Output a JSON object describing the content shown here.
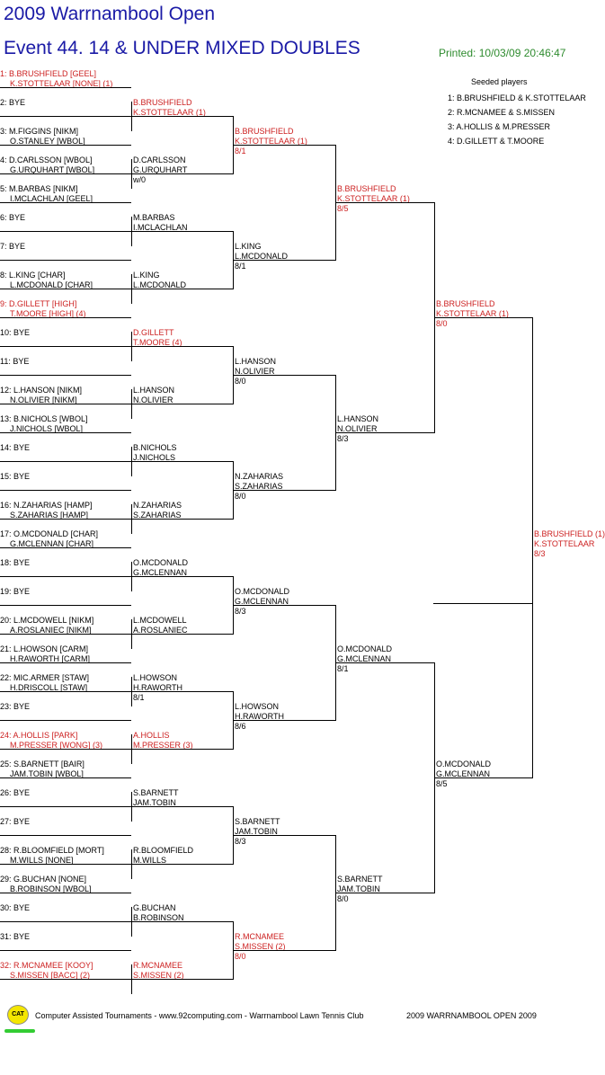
{
  "header": {
    "title": "2009 Warrnambool Open",
    "event": "Event 44. 14 & UNDER MIXED DOUBLES",
    "printed": "Printed: 10/03/09 20:46:47"
  },
  "seeded": {
    "heading": "Seeded players",
    "items": [
      "1: B.BRUSHFIELD & K.STOTTELAAR",
      "2: R.MCNAMEE & S.MISSEN",
      "3: A.HOLLIS & M.PRESSER",
      "4: D.GILLETT & T.MOORE"
    ]
  },
  "draw": [
    {
      "l1": "1: B.BRUSHFIELD [GEEL]",
      "l2": "K.STOTTELAAR [NONE] (1)",
      "red": true
    },
    {
      "l1": "2: BYE",
      "l2": ""
    },
    {
      "l1": "3: M.FIGGINS [NIKM]",
      "l2": "O.STANLEY [WBOL]"
    },
    {
      "l1": "4: D.CARLSSON [WBOL]",
      "l2": "G.URQUHART [WBOL]"
    },
    {
      "l1": "5: M.BARBAS [NIKM]",
      "l2": "I.MCLACHLAN [GEEL]"
    },
    {
      "l1": "6: BYE",
      "l2": ""
    },
    {
      "l1": "7: BYE",
      "l2": ""
    },
    {
      "l1": "8: L.KING [CHAR]",
      "l2": "L.MCDONALD [CHAR]"
    },
    {
      "l1": "9: D.GILLETT [HIGH]",
      "l2": "T.MOORE [HIGH] (4)",
      "red": true
    },
    {
      "l1": "10: BYE",
      "l2": ""
    },
    {
      "l1": "11: BYE",
      "l2": ""
    },
    {
      "l1": "12: L.HANSON [NIKM]",
      "l2": "N.OLIVIER [NIKM]"
    },
    {
      "l1": "13: B.NICHOLS [WBOL]",
      "l2": "J.NICHOLS [WBOL]"
    },
    {
      "l1": "14: BYE",
      "l2": ""
    },
    {
      "l1": "15: BYE",
      "l2": ""
    },
    {
      "l1": "16: N.ZAHARIAS [HAMP]",
      "l2": "S.ZAHARIAS [HAMP]"
    },
    {
      "l1": "17: O.MCDONALD [CHAR]",
      "l2": "G.MCLENNAN [CHAR]"
    },
    {
      "l1": "18: BYE",
      "l2": ""
    },
    {
      "l1": "19: BYE",
      "l2": ""
    },
    {
      "l1": "20: L.MCDOWELL [NIKM]",
      "l2": "A.ROSLANIEC [NIKM]"
    },
    {
      "l1": "21: L.HOWSON [CARM]",
      "l2": "H.RAWORTH [CARM]"
    },
    {
      "l1": "22: MIC.ARMER [STAW]",
      "l2": "H.DRISCOLL [STAW]"
    },
    {
      "l1": "23: BYE",
      "l2": ""
    },
    {
      "l1": "24: A.HOLLIS [PARK]",
      "l2": "M.PRESSER [WONG] (3)",
      "red": true
    },
    {
      "l1": "25: S.BARNETT [BAIR]",
      "l2": "JAM.TOBIN [WBOL]"
    },
    {
      "l1": "26: BYE",
      "l2": ""
    },
    {
      "l1": "27: BYE",
      "l2": ""
    },
    {
      "l1": "28: R.BLOOMFIELD [MORT]",
      "l2": "M.WILLS [NONE]"
    },
    {
      "l1": "29: G.BUCHAN [NONE]",
      "l2": "B.ROBINSON [WBOL]"
    },
    {
      "l1": "30: BYE",
      "l2": ""
    },
    {
      "l1": "31: BYE",
      "l2": ""
    },
    {
      "l1": "32: R.MCNAMEE [KOOY]",
      "l2": "S.MISSEN [BACC] (2)",
      "red": true
    }
  ],
  "rounds": [
    [
      {
        "l1": "B.BRUSHFIELD",
        "l2": "K.STOTTELAAR (1)",
        "score": "",
        "red": true
      },
      {
        "l1": "D.CARLSSON",
        "l2": "G.URQUHART",
        "score": "w/0"
      },
      {
        "l1": "M.BARBAS",
        "l2": "I.MCLACHLAN",
        "score": ""
      },
      {
        "l1": "L.KING",
        "l2": "L.MCDONALD",
        "score": ""
      },
      {
        "l1": "D.GILLETT",
        "l2": "T.MOORE (4)",
        "score": "",
        "red": true
      },
      {
        "l1": "L.HANSON",
        "l2": "N.OLIVIER",
        "score": ""
      },
      {
        "l1": "B.NICHOLS",
        "l2": "J.NICHOLS",
        "score": ""
      },
      {
        "l1": "N.ZAHARIAS",
        "l2": "S.ZAHARIAS",
        "score": ""
      },
      {
        "l1": "O.MCDONALD",
        "l2": "G.MCLENNAN",
        "score": ""
      },
      {
        "l1": "L.MCDOWELL",
        "l2": "A.ROSLANIEC",
        "score": ""
      },
      {
        "l1": "L.HOWSON",
        "l2": "H.RAWORTH",
        "score": "8/1"
      },
      {
        "l1": "A.HOLLIS",
        "l2": "M.PRESSER (3)",
        "score": "",
        "red": true
      },
      {
        "l1": "S.BARNETT",
        "l2": "JAM.TOBIN",
        "score": ""
      },
      {
        "l1": "R.BLOOMFIELD",
        "l2": "M.WILLS",
        "score": ""
      },
      {
        "l1": "G.BUCHAN",
        "l2": "B.ROBINSON",
        "score": ""
      },
      {
        "l1": "R.MCNAMEE",
        "l2": "S.MISSEN (2)",
        "score": "",
        "red": true
      }
    ],
    [
      {
        "l1": "B.BRUSHFIELD",
        "l2": "K.STOTTELAAR (1)",
        "score": "8/1",
        "red": true
      },
      {
        "l1": "L.KING",
        "l2": "L.MCDONALD",
        "score": "8/1"
      },
      {
        "l1": "L.HANSON",
        "l2": "N.OLIVIER",
        "score": "8/0"
      },
      {
        "l1": "N.ZAHARIAS",
        "l2": "S.ZAHARIAS",
        "score": "8/0"
      },
      {
        "l1": "O.MCDONALD",
        "l2": "G.MCLENNAN",
        "score": "8/3"
      },
      {
        "l1": "L.HOWSON",
        "l2": "H.RAWORTH",
        "score": "8/6"
      },
      {
        "l1": "S.BARNETT",
        "l2": "JAM.TOBIN",
        "score": "8/3"
      },
      {
        "l1": "R.MCNAMEE",
        "l2": "S.MISSEN (2)",
        "score": "8/0",
        "red": true
      }
    ],
    [
      {
        "l1": "B.BRUSHFIELD",
        "l2": "K.STOTTELAAR (1)",
        "score": "8/5",
        "red": true
      },
      {
        "l1": "L.HANSON",
        "l2": "N.OLIVIER",
        "score": "8/3"
      },
      {
        "l1": "O.MCDONALD",
        "l2": "G.MCLENNAN",
        "score": "8/1"
      },
      {
        "l1": "S.BARNETT",
        "l2": "JAM.TOBIN",
        "score": "8/0"
      }
    ],
    [
      {
        "l1": "B.BRUSHFIELD",
        "l2": "K.STOTTELAAR (1)",
        "score": "8/0",
        "red": true
      },
      {
        "l1": "O.MCDONALD",
        "l2": "G.MCLENNAN",
        "score": "8/5"
      }
    ],
    [
      {
        "l1": "B.BRUSHFIELD (1)",
        "l2": "K.STOTTELAAR",
        "score": "8/3",
        "red": true
      }
    ]
  ],
  "footer": {
    "logo": "CAT",
    "text": "Computer Assisted Tournaments - www.92computing.com -  Warrnambool Lawn Tennis Club",
    "right": "2009 WARRNAMBOOL OPEN 2009"
  }
}
